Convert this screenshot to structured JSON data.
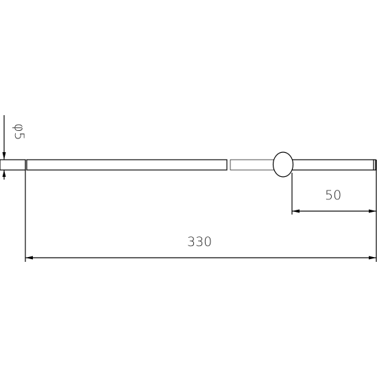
{
  "drawing": {
    "diameter_label": "φ5",
    "middle_dimension_label": "50",
    "overall_dimension_label": "330"
  },
  "colors": {
    "line": "#000000",
    "background": "#ffffff",
    "rod_fill": "#ffffff"
  }
}
